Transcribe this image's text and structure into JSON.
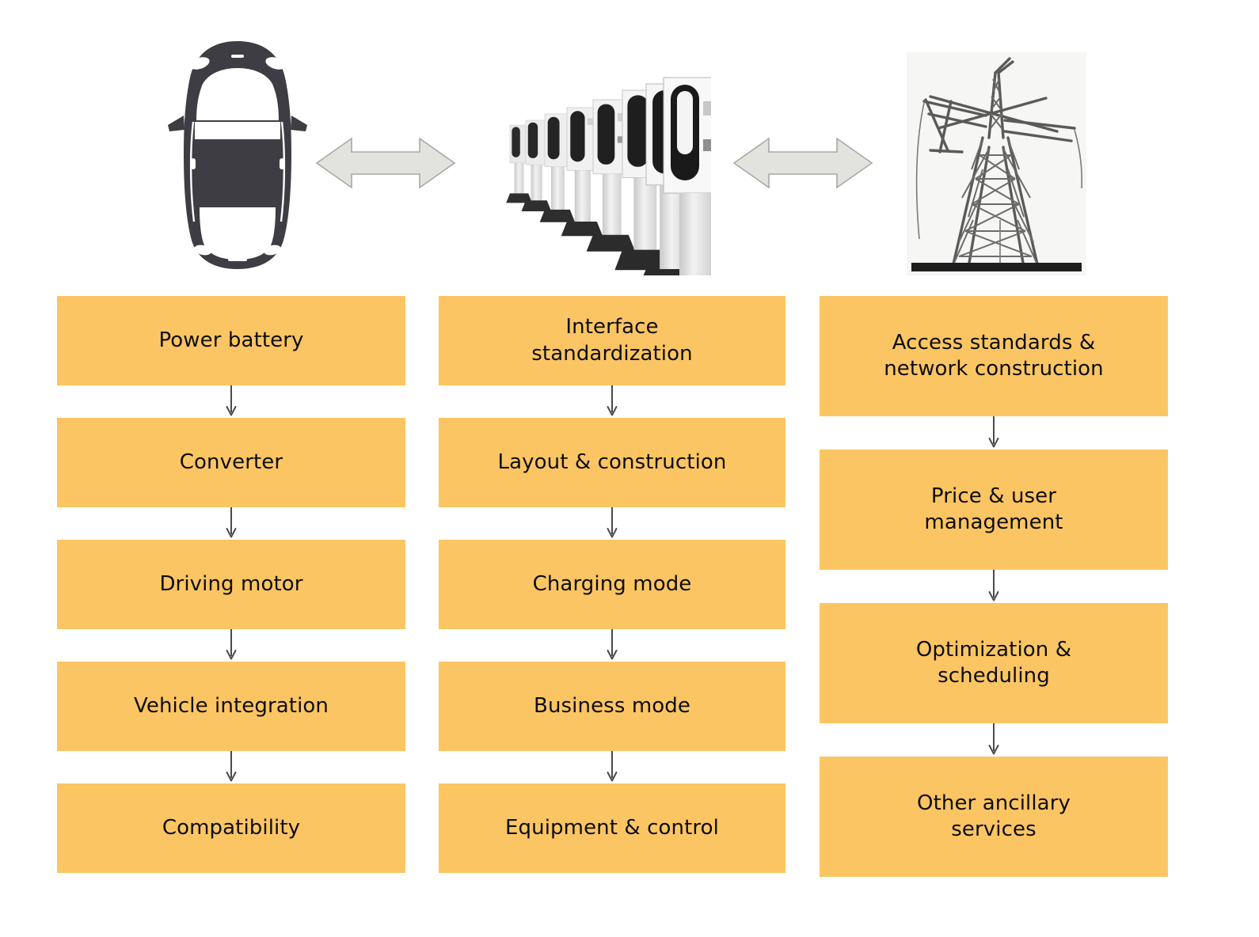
{
  "figure": {
    "top_band": {
      "items": [
        {
          "id": "car-image",
          "icon": "electric-vehicle-top-view-icon",
          "alt": "Electric vehicle, top view silhouette"
        },
        {
          "id": "arrow-car-charger",
          "icon": "bidirectional-arrow-icon",
          "alt": "Bidirectional arrow"
        },
        {
          "id": "charger-image",
          "icon": "charging-station-row-photo",
          "alt": "Row of EV charging stations"
        },
        {
          "id": "arrow-charger-grid",
          "icon": "bidirectional-arrow-icon",
          "alt": "Bidirectional arrow"
        },
        {
          "id": "pylon-image",
          "icon": "transmission-tower-photo",
          "alt": "Electricity transmission tower"
        }
      ]
    },
    "columns": [
      {
        "id": "column-vehicle",
        "nodes": [
          {
            "label": "Power battery"
          },
          {
            "label": "Converter"
          },
          {
            "label": "Driving motor"
          },
          {
            "label": "Vehicle integration"
          },
          {
            "label": "Compatibility"
          }
        ]
      },
      {
        "id": "column-station",
        "nodes": [
          {
            "label": "Interface\nstandardization"
          },
          {
            "label": "Layout & construction"
          },
          {
            "label": "Charging mode"
          },
          {
            "label": "Business mode"
          },
          {
            "label": "Equipment & control"
          }
        ]
      },
      {
        "id": "column-grid",
        "nodes": [
          {
            "label": "Access standards &\nnetwork construction"
          },
          {
            "label": "Price & user\nmanagement"
          },
          {
            "label": "Optimization &\nscheduling"
          },
          {
            "label": "Other ancillary\nservices"
          }
        ]
      }
    ],
    "colors": {
      "node_fill": "#fcc563",
      "node_text": "#0d0d0d",
      "connector_arrow": "#4a4a4a",
      "bidir_arrow_fill": "#e2e2de",
      "bidir_arrow_stroke": "#a9a8a3",
      "car_silhouette": "#3d3d43",
      "background": "#ffffff"
    }
  }
}
